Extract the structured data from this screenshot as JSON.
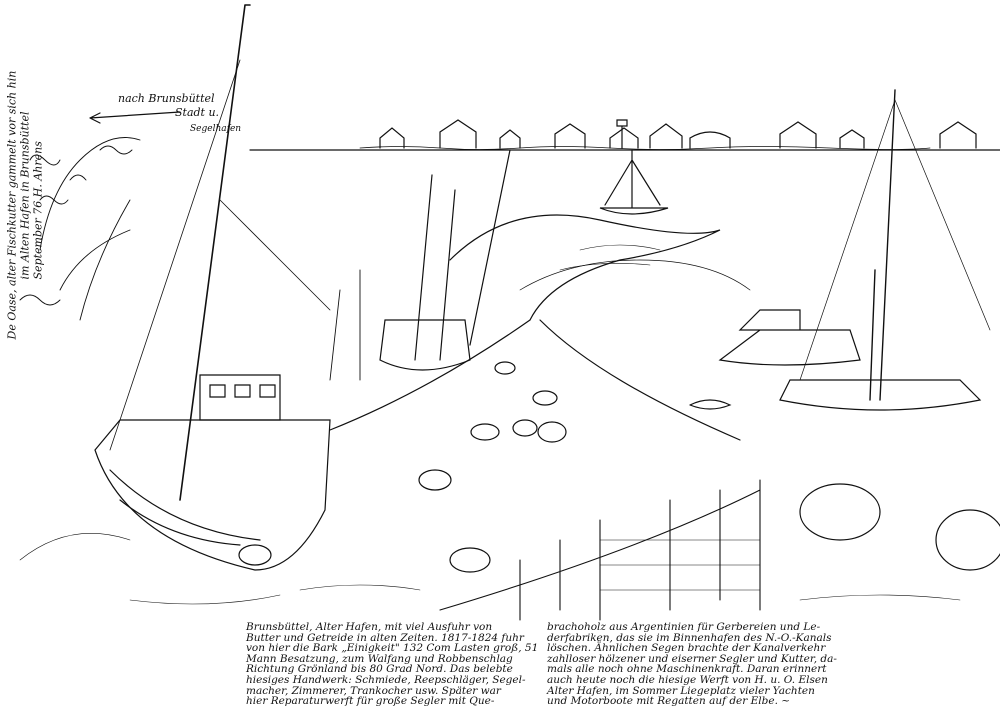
{
  "caption_left": [
    "Brunsbüttel, Alter Hafen, mit viel Ausfuhr von",
    "Butter und Getreide in alten Zeiten. 1817-1824 fuhr",
    "von hier die Bark „Einigkeit\" 132 Com Lasten groß, 51",
    "Mann Besatzung, zum Walfang und Robbenschlag",
    "Richtung Grönland bis 80 Grad Nord. Das belebte",
    "hiesiges Handwerk: Schmiede, Reepschläger, Segel-",
    "macher, Zimmerer, Trankocher usw. Später war",
    "hier Reparaturwerft für große Segler mit Que-"
  ],
  "caption_right": [
    "brachoholz aus Argentinien für Gerbereien und Le-",
    "derfabriken, das sie im Binnenhafen des N.-O.-Kanals",
    "löschen. Ähnlichen Segen brachte der Kanalverkehr",
    "zahlloser hölzener und eiserner Segler und Kutter, da-",
    "mals alle noch ohne Maschinenkraft. Daran erinnert",
    "auch heute noch die hiesige Werft von H. u. O. Elsen",
    "Alter Hafen, im Sommer Liegeplatz vieler Yachten",
    "und Motorboote mit Regatten auf der Elbe. ~"
  ],
  "side_note": [
    "De Oase, alter Fischkutter gammelt vor sich hin",
    "im Alten Hafen in Brunsbüttel",
    "September 76 H. Ahrens"
  ],
  "direction_note": {
    "line1": "nach Brunsbüttel",
    "line2": "Stadt u.",
    "line3": "Segelhafen"
  }
}
